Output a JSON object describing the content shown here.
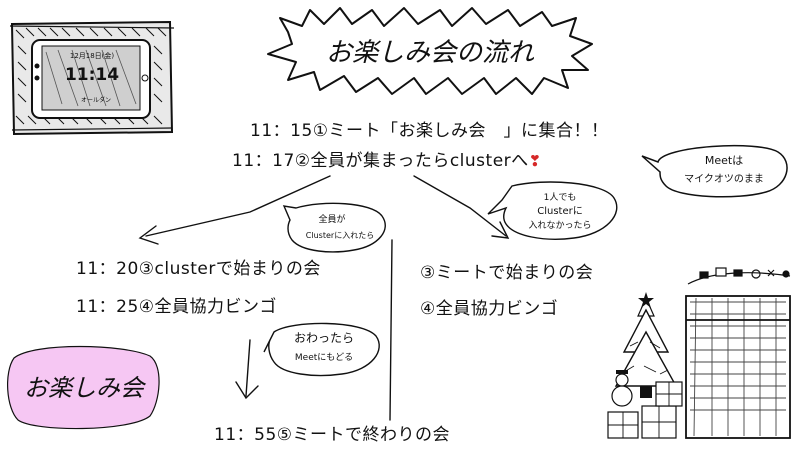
{
  "title": "お楽しみ会の流れ",
  "clock_screen": {
    "date": "12月18日(金)",
    "time": "11:14",
    "footer": "オールダン"
  },
  "steps": [
    {
      "time": "11：15",
      "text": "①ミート「お楽しみ会　」に集合！！"
    },
    {
      "time": "11：17",
      "text": "②全員が集まったらclusterへ",
      "mark": "❣"
    },
    {
      "time": "11：20",
      "text": "③clusterで始まりの会"
    },
    {
      "time": "11：25",
      "text": "④全員協力ビンゴ"
    },
    {
      "time": "",
      "text": "③ミートで始まりの会"
    },
    {
      "time": "",
      "text": "④全員協力ビンゴ"
    },
    {
      "time": "11：55",
      "text": "⑤ミートで終わりの会"
    }
  ],
  "notes": {
    "meet_mic": [
      "Meetは",
      "マイクオツのまま"
    ],
    "all_in_cluster": [
      "全員が",
      "Clusterに入れたら"
    ],
    "not_all_in": [
      "1人でも",
      "Clusterに",
      "入れなかったら"
    ],
    "back_to_meet": [
      "おわったら",
      "Meetにもどる"
    ]
  },
  "stamp": "お楽しみ会",
  "colors": {
    "stamp_fill": "#f6c7f3",
    "heart": "#d62828",
    "ink": "#111111"
  }
}
